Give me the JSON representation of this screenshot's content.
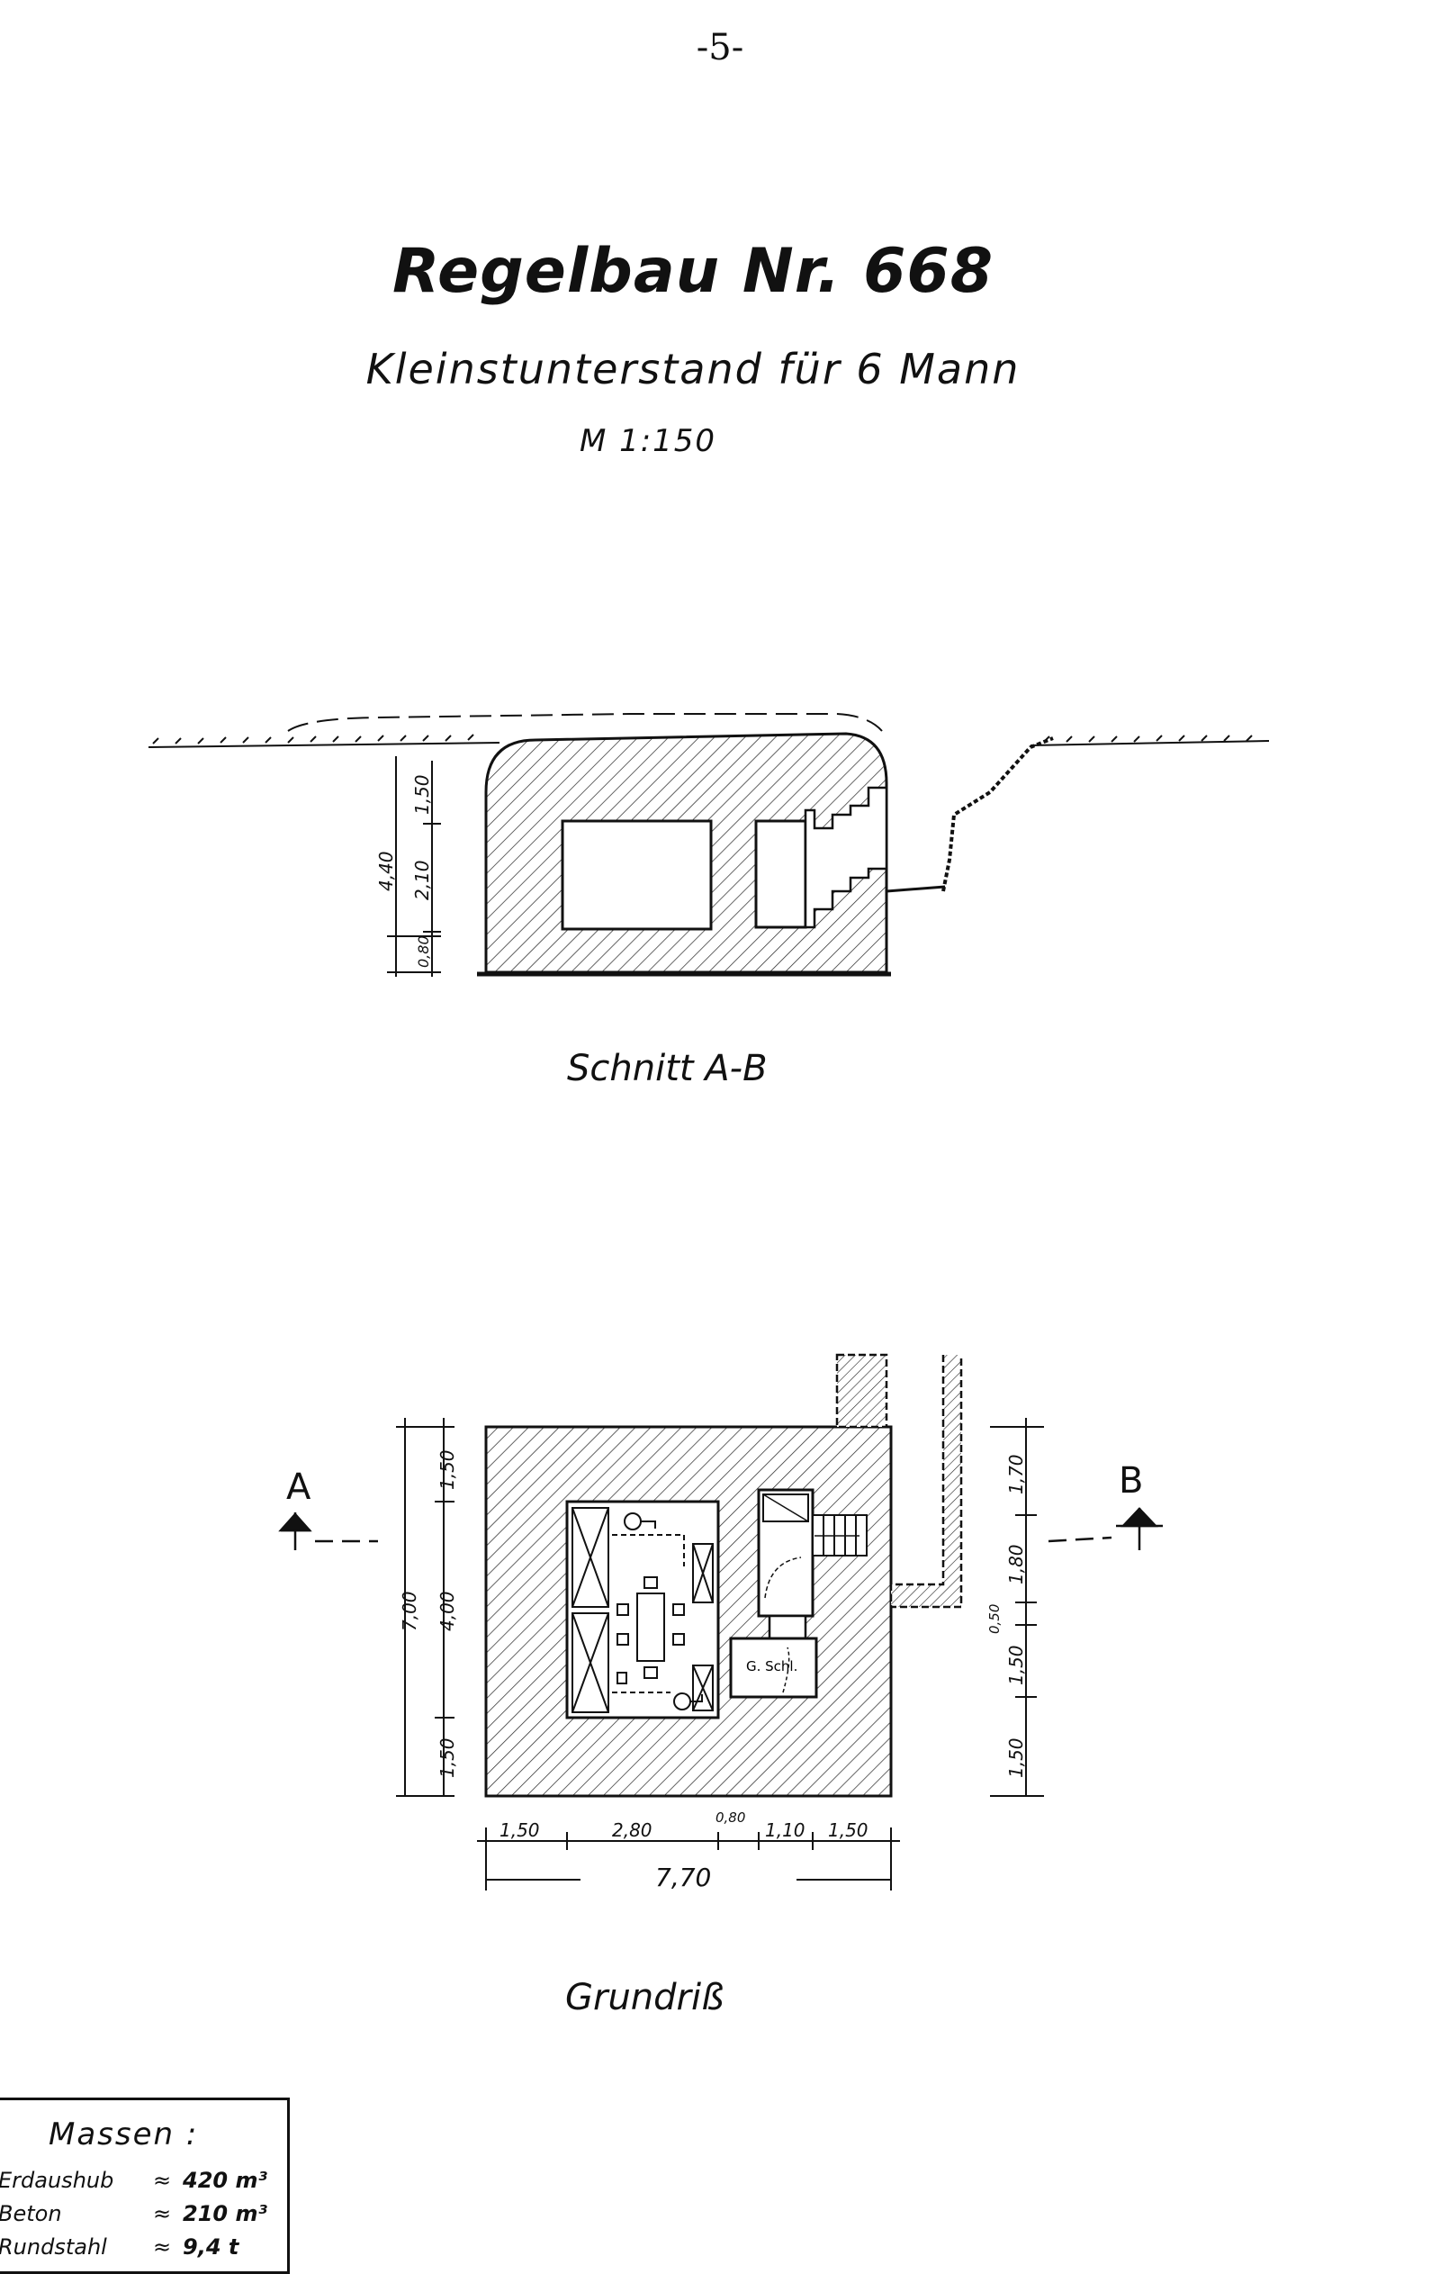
{
  "page_number": "-5-",
  "title": "Regelbau Nr. 668",
  "subtitle": "Kleinstunterstand für 6 Mann",
  "scale": "M 1:150",
  "section": {
    "caption": "Schnitt A-B",
    "dims": {
      "total_height": "4,40",
      "top": "1,50",
      "middle": "2,10",
      "bottom": "0,80"
    }
  },
  "plan": {
    "caption": "Grundriß",
    "marker_a": "A",
    "marker_b": "B",
    "room_label": "G. Schl.",
    "dims_left": {
      "total": "7,00",
      "top": "1,50",
      "middle": "4,00",
      "bottom": "1,50"
    },
    "dims_right": [
      "1,70",
      "1,80",
      "0,50",
      "1,50",
      "1,50"
    ],
    "dims_bottom": [
      "1,50",
      "2,80",
      "0,80",
      "1,10",
      "1,50"
    ],
    "dims_total": "7,70"
  },
  "massen": {
    "heading": "Massen :",
    "rows": [
      {
        "label": "Erdaushub",
        "sym": "≈",
        "value": "420 m³"
      },
      {
        "label": "Beton",
        "sym": "≈",
        "value": "210 m³"
      },
      {
        "label": "Rundstahl",
        "sym": "≈",
        "value": "9,4 t"
      }
    ]
  }
}
